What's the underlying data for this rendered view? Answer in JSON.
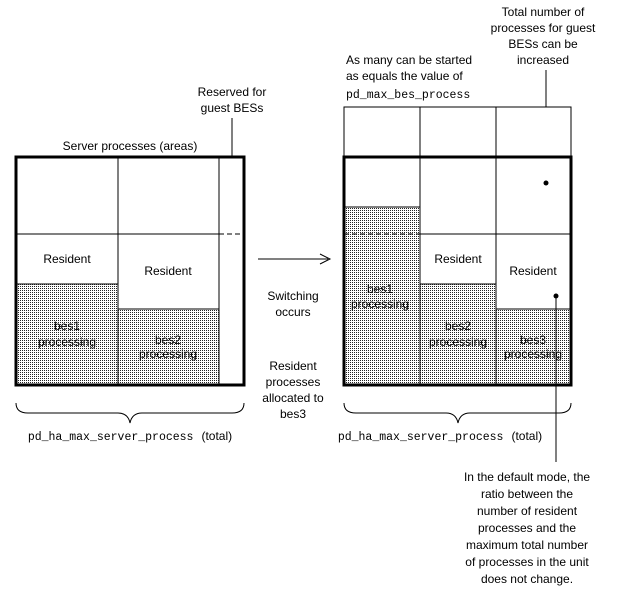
{
  "diagram": {
    "left": {
      "title": "Server processes (areas)",
      "reserved_note": [
        "Reserved for",
        "guest BESs"
      ],
      "resident_1": "Resident",
      "resident_2": "Resident",
      "bes1": [
        "bes1",
        "processing"
      ],
      "bes2": [
        "bes2",
        "processing"
      ],
      "total_param": "pd_ha_max_server_process",
      "total_suffix": "(total)"
    },
    "middle": {
      "switching": [
        "Switching",
        "occurs"
      ],
      "allocated": [
        "Resident",
        "processes",
        "allocated to",
        "bes3"
      ]
    },
    "right": {
      "as_many_note": [
        "As many can be started",
        "as equals the value of"
      ],
      "as_many_param": "pd_max_bes_process",
      "increase_note": [
        "Total number of",
        "processes for guest",
        "BESs can be",
        "increased"
      ],
      "resident_1": "Resident",
      "resident_2": "Resident",
      "bes1": [
        "bes1",
        "processing"
      ],
      "bes2": [
        "bes2",
        "processing"
      ],
      "bes3": [
        "bes3",
        "processing"
      ],
      "total_param": "pd_ha_max_server_process",
      "total_suffix": "(total)",
      "default_mode_note": [
        "In the default mode, the",
        "ratio between the",
        "number of resident",
        "processes and the",
        "maximum total number",
        "of processes in the unit",
        "does not change."
      ]
    }
  }
}
